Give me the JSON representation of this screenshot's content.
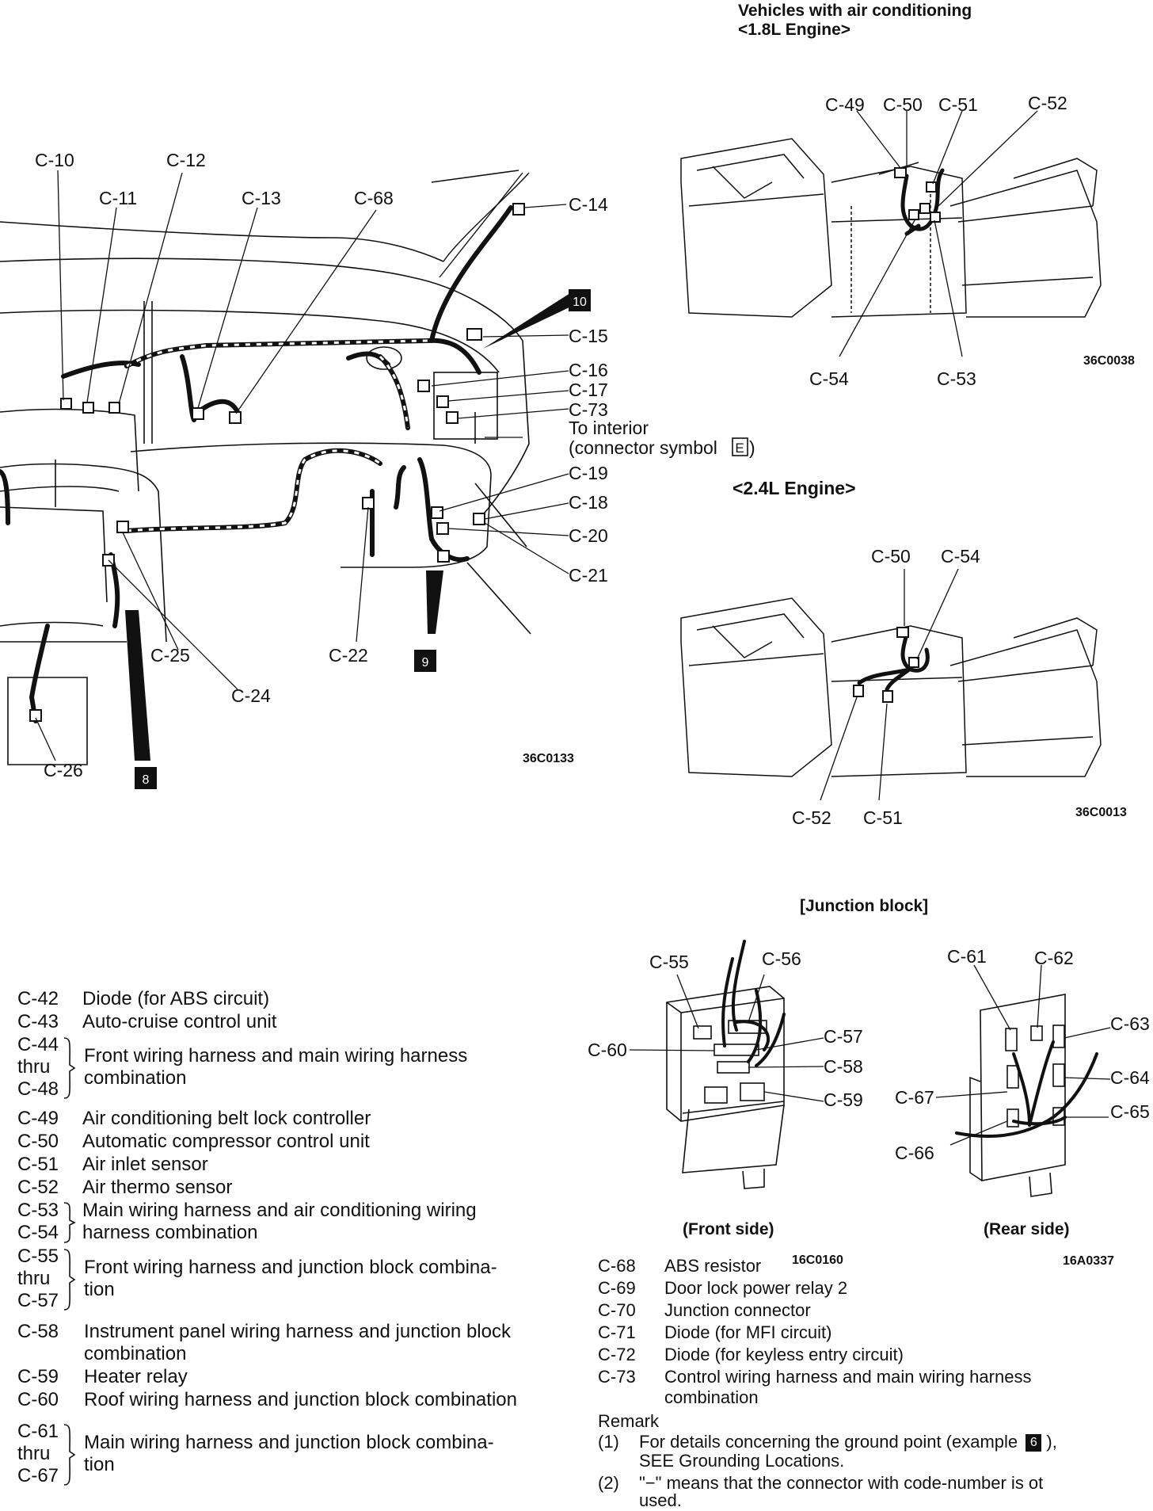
{
  "header": {
    "title_line1": "Vehicles with air conditioning",
    "title_line2": "<1.8L Engine>",
    "engine_24": "<2.4L Engine>"
  },
  "dash_diagram": {
    "labels": [
      "C-10",
      "C-11",
      "C-12",
      "C-13",
      "C-68",
      "C-14",
      "C-15",
      "C-16",
      "C-17",
      "C-73",
      "C-19",
      "C-18",
      "C-20",
      "C-21",
      "C-22",
      "C-24",
      "C-25",
      "C-26"
    ],
    "interior_line1": "To interior",
    "interior_line2": "(connector symbol",
    "interior_symbol": "E",
    "interior_close": ")",
    "ground_marks": [
      "10",
      "9",
      "8"
    ],
    "figure_code": "36C0133"
  },
  "ac18_diagram": {
    "labels": [
      "C-49",
      "C-50",
      "C-51",
      "C-52",
      "C-54",
      "C-53"
    ],
    "figure_code": "36C0038"
  },
  "ac24_diagram": {
    "labels": [
      "C-50",
      "C-54",
      "C-52",
      "C-51"
    ],
    "figure_code": "36C0013"
  },
  "junction": {
    "title": "[Junction block]",
    "front_labels": [
      "C-55",
      "C-56",
      "C-57",
      "C-60",
      "C-58",
      "C-59"
    ],
    "rear_labels": [
      "C-61",
      "C-62",
      "C-63",
      "C-64",
      "C-67",
      "C-65",
      "C-66"
    ],
    "front_caption": "(Front side)",
    "rear_caption": "(Rear side)",
    "front_code": "16C0160",
    "rear_code": "16A0337"
  },
  "left_list": {
    "items": [
      {
        "code": "C-42",
        "desc": "Diode (for ABS circuit)"
      },
      {
        "code": "C-43",
        "desc": "Auto-cruise control unit"
      },
      {
        "code": "C-49",
        "desc": "Air conditioning belt lock controller"
      },
      {
        "code": "C-50",
        "desc": "Automatic compressor control unit"
      },
      {
        "code": "C-51",
        "desc": "Air inlet sensor"
      },
      {
        "code": "C-52",
        "desc": "Air thermo sensor"
      },
      {
        "code": "C-58",
        "desc": "Instrument panel wiring harness and junction block"
      },
      {
        "code": "C-59",
        "desc": "Heater relay"
      },
      {
        "code": "C-60",
        "desc": "Roof wiring harness and junction block combination"
      }
    ],
    "c58_cont": "combination",
    "group_44": {
      "from": "C-44",
      "thru": "thru",
      "to": "C-48",
      "desc1": "Front wiring harness and main wiring harness",
      "desc2": "combination"
    },
    "group_53": {
      "from": "C-53",
      "to": "C-54",
      "desc1": "Main wiring harness and air conditioning wiring",
      "desc2": "harness combination"
    },
    "group_55": {
      "from": "C-55",
      "thru": "thru",
      "to": "C-57",
      "desc1": "Front wiring harness and junction block combina-",
      "desc2": "tion"
    },
    "group_61": {
      "from": "C-61",
      "thru": "thru",
      "to": "C-67",
      "desc1": "Main wiring harness and junction block combina-",
      "desc2": "tion"
    }
  },
  "right_list": {
    "items": [
      {
        "code": "C-68",
        "desc": "ABS resistor"
      },
      {
        "code": "C-69",
        "desc": "Door lock power relay 2"
      },
      {
        "code": "C-70",
        "desc": "Junction connector"
      },
      {
        "code": "C-71",
        "desc": "Diode (for MFI circuit)"
      },
      {
        "code": "C-72",
        "desc": "Diode (for keyless entry circuit)"
      },
      {
        "code": "C-73",
        "desc": "Control wiring harness and main wiring harness"
      }
    ],
    "c73_cont": "combination",
    "remark_title": "Remark",
    "remark1_num": "(1)",
    "remark1_a": "For details concerning the ground point (example",
    "remark1_mark": "6",
    "remark1_b": "),",
    "remark1_c": "SEE Grounding Locations.",
    "remark2_num": "(2)",
    "remark2_a": "\"−\" means that the connector with code-number is ot",
    "remark2_b": "used."
  }
}
